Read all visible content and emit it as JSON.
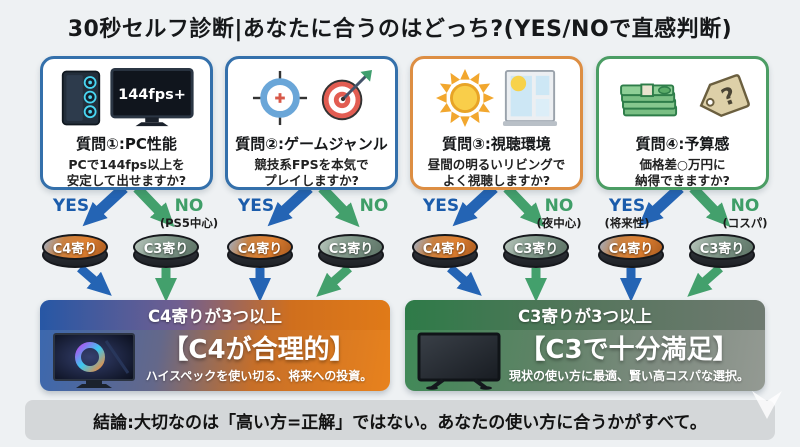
{
  "title": "30秒セルフ診断|あなたに合うのはどっち?(YES/NOで直感判断)",
  "questions": [
    {
      "title": "質問①:PC性能",
      "line1": "PCで144fps以上を",
      "line2": "安定して出せますか?",
      "monitor_label": "144fps+",
      "yes_label": "YES",
      "no_label": "NO",
      "yes_sub": "",
      "no_sub": "(PS5中心)",
      "yes_coin": "C4寄り",
      "no_coin": "C3寄り"
    },
    {
      "title": "質問②:ゲームジャンル",
      "line1": "競技系FPSを本気で",
      "line2": "プレイしますか?",
      "yes_label": "YES",
      "no_label": "NO",
      "yes_sub": "",
      "no_sub": "",
      "yes_coin": "C4寄り",
      "no_coin": "C3寄り"
    },
    {
      "title": "質問③:視聴環境",
      "line1": "昼間の明るいリビングで",
      "line2": "よく視聴しますか?",
      "yes_label": "YES",
      "no_label": "NO",
      "yes_sub": "",
      "no_sub": "(夜中心)",
      "yes_coin": "C4寄り",
      "no_coin": "C3寄り"
    },
    {
      "title": "質問④:予算感",
      "line1": "価格差○万円に",
      "line2": "納得できますか?",
      "yes_label": "YES",
      "no_label": "NO",
      "yes_sub": "(将来性)",
      "no_sub": "(コスパ)",
      "yes_coin": "C4寄り",
      "no_coin": "C3寄り"
    }
  ],
  "results": [
    {
      "header": "C4寄りが3つ以上",
      "headline": "【C4が合理的】",
      "subtext": "ハイスペックを使い切る、将来への投資。"
    },
    {
      "header": "C3寄りが3つ以上",
      "headline": "【C3で十分満足】",
      "subtext": "現状の使い方に最適、賢い高コスパな選択。"
    }
  ],
  "conclusion": "結論:大切なのは「高い方=正解」ではない。あなたの使い方に合うかがすべて。",
  "icons": {
    "price_tag_glyph": "?",
    "card1": [
      "pc-tower-icon",
      "monitor-144fps-icon"
    ],
    "card2": [
      "crosshair-icon",
      "target-dart-icon"
    ],
    "card3": [
      "sun-icon",
      "window-icon"
    ],
    "card4": [
      "cash-stack-icon",
      "price-tag-icon"
    ],
    "result_c4": "tv-premium-icon",
    "result_c3": "tv-standard-icon",
    "watermark": "chevron-down-icon"
  },
  "colors": {
    "background": "#eef1f3",
    "card_border_blue": "#3470ab",
    "card_border_orange": "#dd8e43",
    "card_border_green": "#4b9d64",
    "yes_blue": "#1b5cab",
    "no_green": "#3f9e68",
    "arrow_blue": "#2464b4",
    "arrow_green": "#43a06c",
    "coin_c4": "#e08030",
    "coin_c3": "#70887a",
    "result_c4_gradient": [
      "#3a68b0",
      "#e8821d"
    ],
    "result_c3_gradient": [
      "#3f8a57",
      "#949a93"
    ],
    "conclusion_bg": "#d4d7d9"
  }
}
